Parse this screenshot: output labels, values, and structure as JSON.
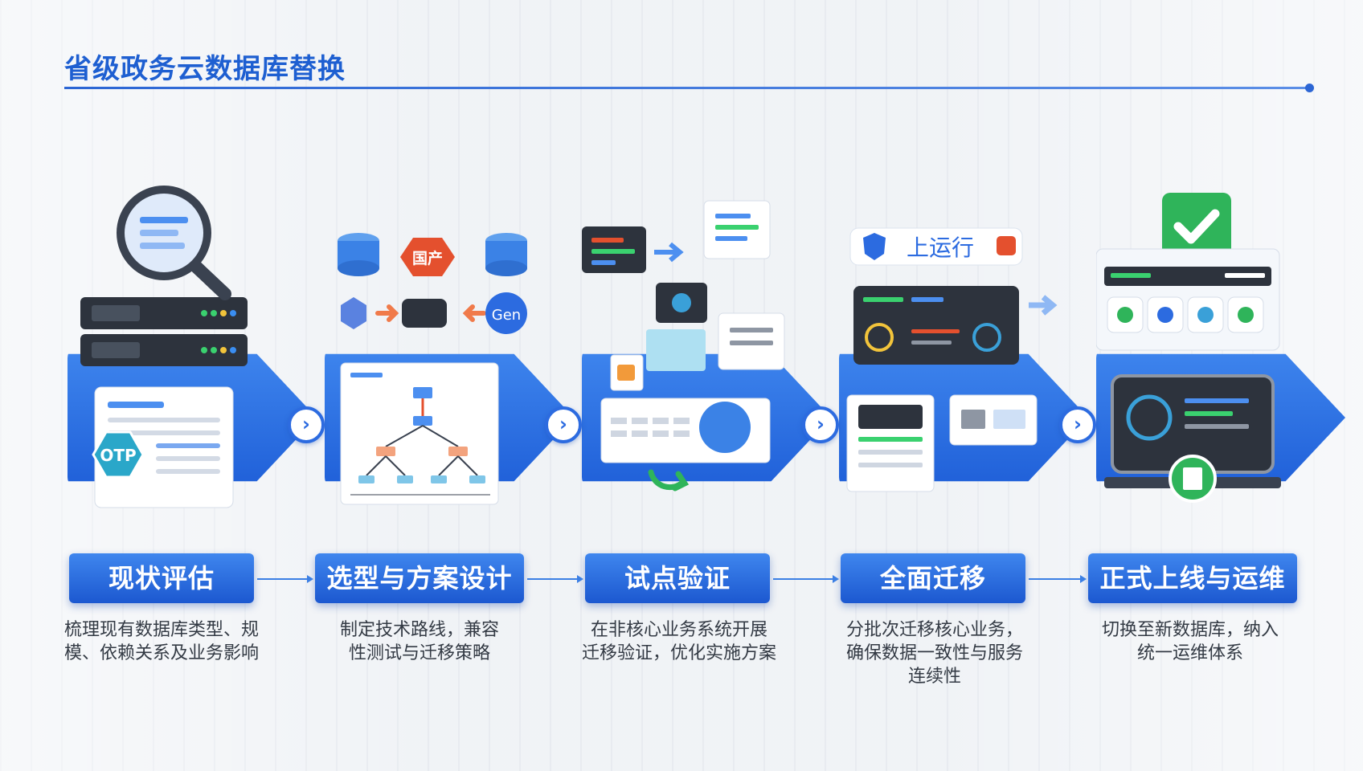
{
  "title": "省级政务云数据库替换",
  "steps": [
    {
      "label": "现状评估",
      "desc_lines": [
        "梳理现有数据库类型、规",
        "模、依赖关系及业务影响"
      ]
    },
    {
      "label": "选型与方案设计",
      "desc_lines": [
        "制定技术路线，兼容",
        "性测试与迁移策略"
      ]
    },
    {
      "label": "试点验证",
      "desc_lines": [
        "在非核心业务系统开展",
        "迁移验证，优化实施方案"
      ]
    },
    {
      "label": "全面迁移",
      "desc_lines": [
        "分批次迁移核心业务，",
        "确保数据一致性与服务",
        "连续性"
      ]
    },
    {
      "label": "正式上线与运维",
      "desc_lines": [
        "切换至新数据库，纳入",
        "统一运维体系"
      ]
    }
  ],
  "illustration_text": {
    "domestic_db": "国产",
    "gen_badge": "Gen",
    "otp_badge": "OTP",
    "online_running": "上运行"
  },
  "connector_symbol": "›",
  "colors": {
    "primary": "#2c6be0",
    "primary_dark": "#1c58d0",
    "accent_red": "#e4502e",
    "accent_green": "#2fb45a"
  },
  "icons": [
    "magnifier-icon",
    "server-icon",
    "database-icon",
    "flowchart-icon",
    "dashboard-icon",
    "checkmark-icon",
    "document-icon",
    "chevron-right-icon"
  ]
}
